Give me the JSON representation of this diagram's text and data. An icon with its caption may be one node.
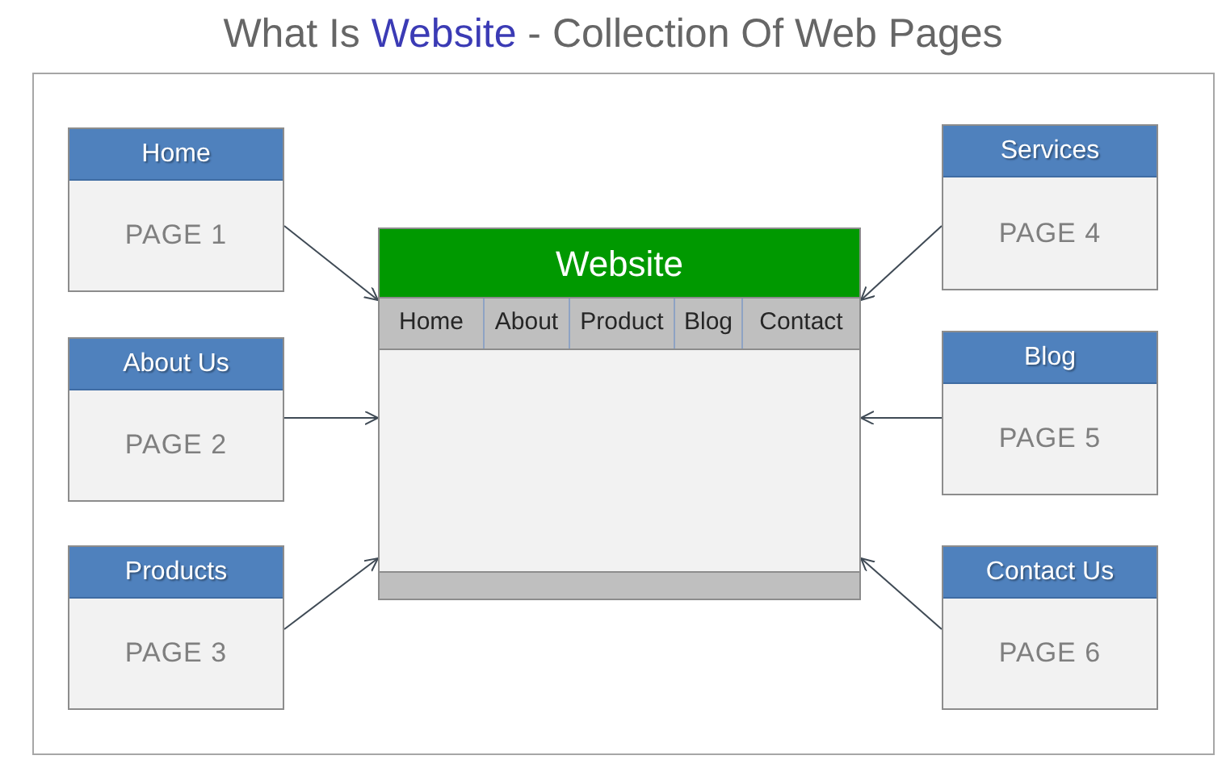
{
  "diagram": {
    "title": "What Is **Website** - Collection Of Web Pages",
    "nodes": [
      {
        "text": [
          "Home",
          "PAGE 1"
        ]
      },
      {
        "text": [
          "About Us",
          "PAGE 2"
        ]
      },
      {
        "text": [
          "Products",
          "PAGE 3"
        ]
      },
      {
        "text": [
          "Services",
          "PAGE 4"
        ]
      },
      {
        "text": [
          "Blog",
          "PAGE 5"
        ]
      },
      {
        "text": [
          "Contact Us",
          "PAGE 6"
        ]
      },
      {
        "text": [
          "Website"
        ]
      },
      {
        "text": [
          "Home"
        ],
        "in": 6
      },
      {
        "text": [
          "About"
        ],
        "in": 6
      },
      {
        "text": [
          "Product"
        ],
        "in": 6
      },
      {
        "text": [
          "Blog"
        ],
        "in": 6
      },
      {
        "text": [
          "Contact"
        ],
        "in": 6
      }
    ],
    "edges": [
      {
        "from": 0,
        "to": 6,
        "arrow": "to"
      },
      {
        "from": 1,
        "to": 6,
        "arrow": "to"
      },
      {
        "from": 2,
        "to": 6,
        "arrow": "to"
      },
      {
        "from": 3,
        "to": 6,
        "arrow": "to"
      },
      {
        "from": 4,
        "to": 6,
        "arrow": "to"
      },
      {
        "from": 5,
        "to": 6,
        "arrow": "to"
      }
    ]
  }
}
